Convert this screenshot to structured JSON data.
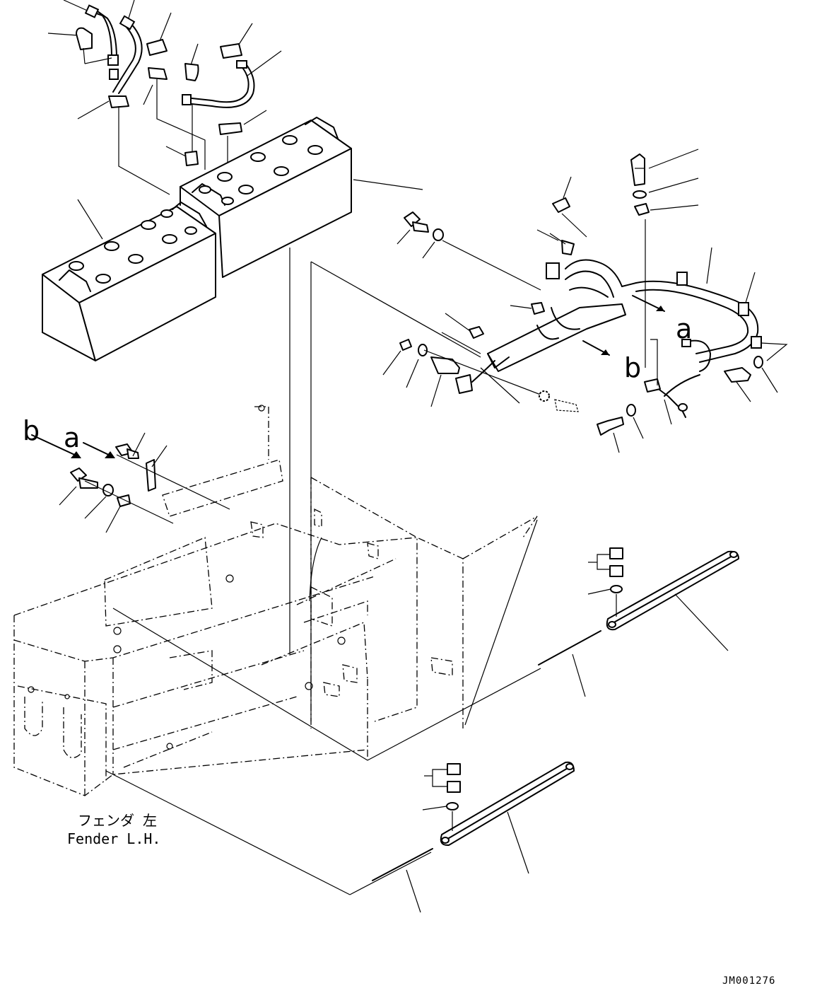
{
  "labels": {
    "ref_a_right": "a",
    "ref_b_right": "b",
    "ref_b_left": "b",
    "ref_a_left": "a"
  },
  "caption": {
    "japanese": "フェンダ 左",
    "english": "Fender L.H."
  },
  "document_id": "JM001276"
}
